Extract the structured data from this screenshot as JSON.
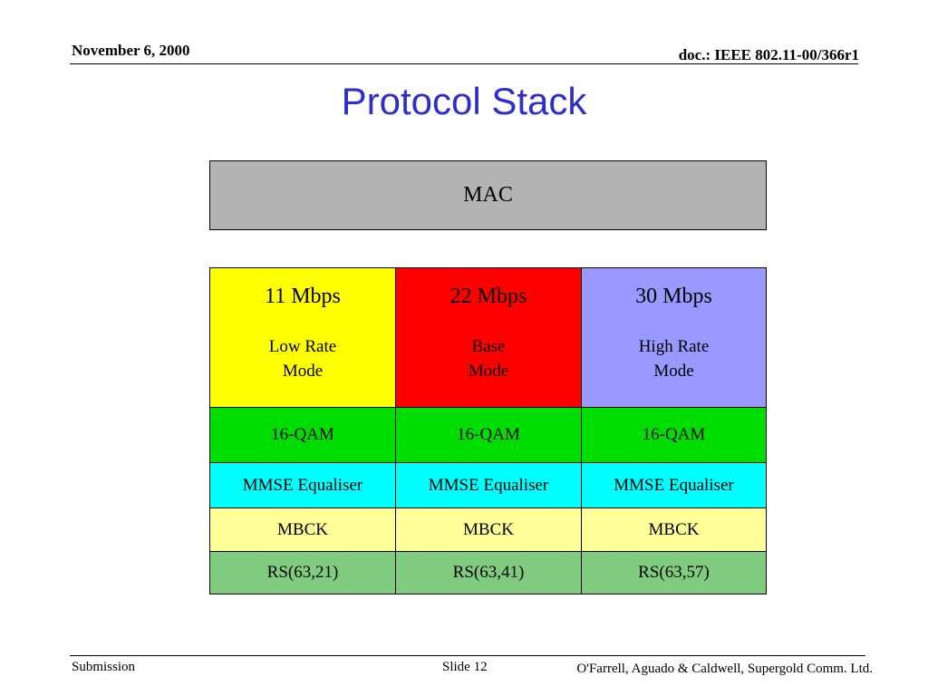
{
  "header": {
    "date": "November 6, 2000",
    "doc_id": "doc.: IEEE 802.11-00/366r1"
  },
  "title": "Protocol Stack",
  "mac": {
    "label": "MAC"
  },
  "columns": [
    {
      "rate": "11 Mbps",
      "mode": "Low Rate\nMode",
      "modulation": "16-QAM",
      "equaliser": "MMSE Equaliser",
      "coding": "MBCK",
      "rs": "RS(63,21)"
    },
    {
      "rate": "22 Mbps",
      "mode": "Base\nMode",
      "modulation": "16-QAM",
      "equaliser": "MMSE Equaliser",
      "coding": "MBCK",
      "rs": "RS(63,41)"
    },
    {
      "rate": "30 Mbps",
      "mode": "High Rate\nMode",
      "modulation": "16-QAM",
      "equaliser": "MMSE Equaliser",
      "coding": "MBCK",
      "rs": "RS(63,57)"
    }
  ],
  "colors": {
    "title": "#2e2ecc",
    "mac": "#b3b3b3",
    "rate_1": "#ffff00",
    "rate_2": "#ff0000",
    "rate_3": "#9999ff",
    "modulation": "#00dd00",
    "equaliser": "#00ffff",
    "coding": "#ffff99",
    "rs": "#7fcc7f"
  },
  "footer": {
    "left": "Submission",
    "center": "Slide 12",
    "right": "O'Farrell, Aguado & Caldwell, Supergold Comm. Ltd."
  }
}
